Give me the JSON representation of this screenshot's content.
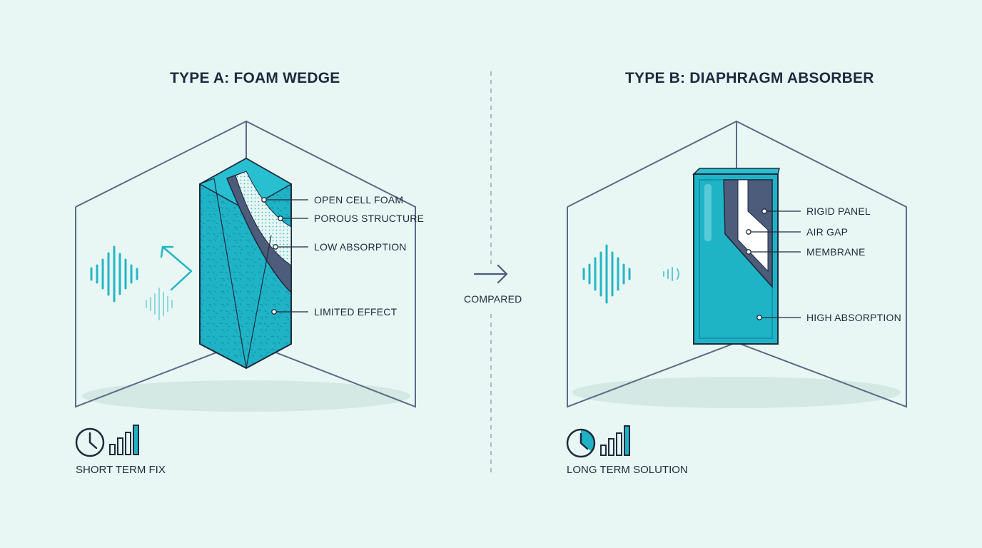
{
  "panel_a": {
    "title": "TYPE A: FOAM WEDGE",
    "labels": [
      "OPEN CELL FOAM",
      "POROUS STRUCTURE",
      "LOW ABSORPTION",
      "LIMITED EFFECT"
    ],
    "caption": "SHORT TERM FIX",
    "icons": [
      "sound-wave-icon",
      "reflection-arrow-icon",
      "clock-icon",
      "signal-bars-icon"
    ]
  },
  "panel_b": {
    "title": "TYPE B: DIAPHRAGM ABSORBER",
    "labels": [
      "RIGID PANEL",
      "AIR GAP",
      "MEMBRANE",
      "HIGH ABSORPTION"
    ],
    "caption": "LONG TERM SOLUTION",
    "icons": [
      "sound-wave-icon",
      "sound-wave-small-icon",
      "clock-icon",
      "signal-bars-icon"
    ]
  },
  "center": {
    "label": "COMPARED",
    "icon": "arrow-right-icon"
  },
  "colors": {
    "background": "#e9f7f4",
    "teal": "#1fb3c6",
    "teal_dark": "#0f8ea3",
    "navy": "#1e2a3e",
    "slate": "#4d5c7a",
    "line": "#5a6a85"
  }
}
